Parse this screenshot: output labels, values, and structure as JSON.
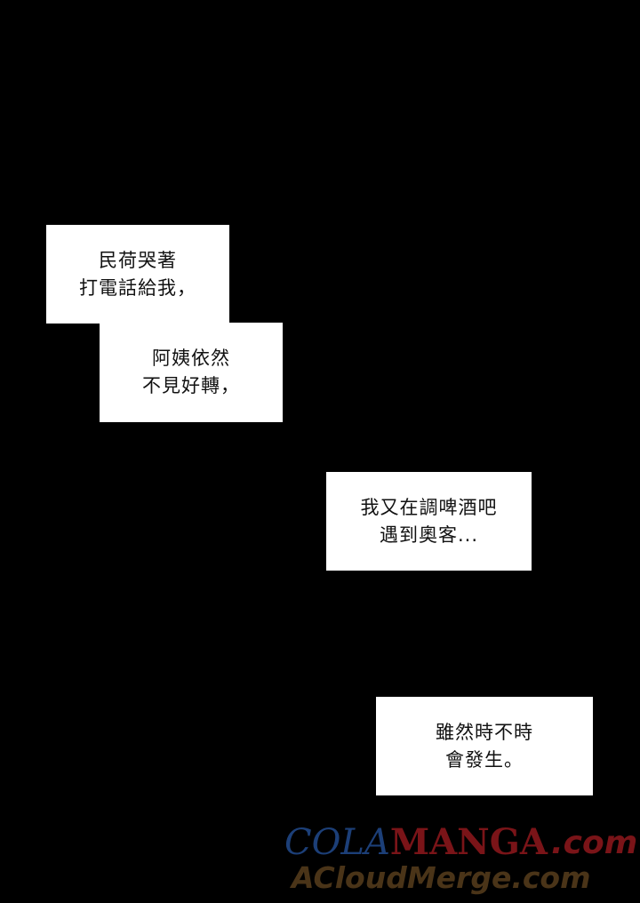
{
  "captions": [
    {
      "lines": [
        "民荷哭著",
        "打電話給我，"
      ]
    },
    {
      "lines": [
        "阿姨依然",
        "不見好轉，"
      ]
    },
    {
      "lines": [
        "我又在調啤酒吧",
        "遇到奧客..."
      ]
    },
    {
      "lines": [
        "雖然時不時",
        "會發生。"
      ]
    }
  ],
  "watermark": {
    "brand_part1": "COLA",
    "brand_part2": "MANGA",
    "brand_tld": ".com",
    "secondary": "ACloudMerge.com",
    "colors": {
      "cola": "#1c3f78",
      "manga": "#7a1418",
      "secondary": "#4a3418"
    }
  },
  "colors": {
    "background": "#000000",
    "caption_bg": "#ffffff",
    "caption_text": "#111111"
  }
}
